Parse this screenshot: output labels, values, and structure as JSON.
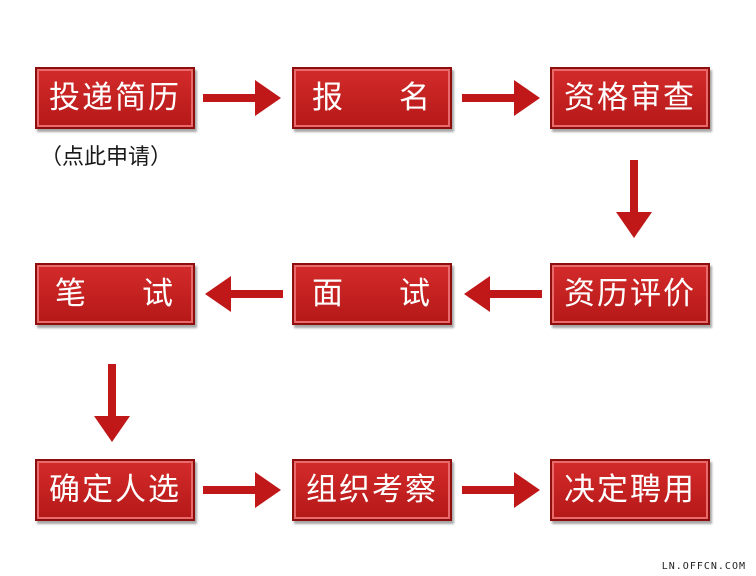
{
  "steps": {
    "submit_resume": "投递简历",
    "register_a": "报",
    "register_b": "名",
    "qualification_review": "资格审查",
    "qualification_evaluation": "资历评价",
    "interview_a": "面",
    "interview_b": "试",
    "written_test_a": "笔",
    "written_test_b": "试",
    "select_candidate": "确定人选",
    "organization_review": "组织考察",
    "hiring_decision": "决定聘用"
  },
  "apply_link": "（点此申请）",
  "watermark": "LN.OFFCN.COM",
  "colors": {
    "box": "#c62020",
    "arrow": "#c01818"
  }
}
